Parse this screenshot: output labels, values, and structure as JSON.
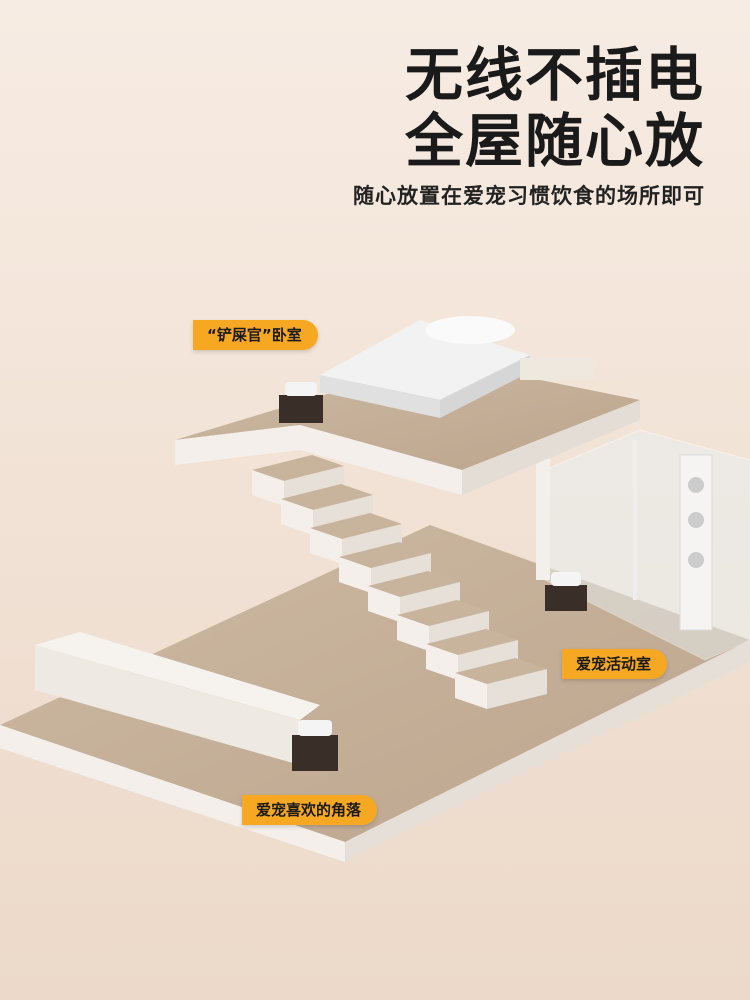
{
  "headline": {
    "line1": "无线不插电",
    "line2": "全屋随心放",
    "subtitle": "随心放置在爱宠习惯饮食的场所即可"
  },
  "labels": {
    "bedroom": "“铲屎官”卧室",
    "activity_room": "爱宠活动室",
    "corner": "爱宠喜欢的角落"
  },
  "colors": {
    "tag": "#f7a823",
    "floor": "#c9b49e",
    "text": "#1a1a1a"
  }
}
